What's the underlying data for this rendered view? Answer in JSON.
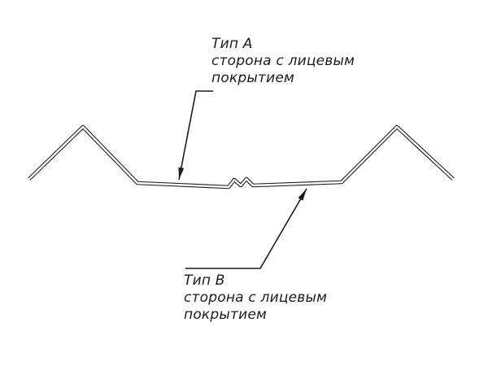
{
  "labels": {
    "type_a": {
      "title": "Тип А",
      "line1": "сторона с лицевым",
      "line2": "покрытием"
    },
    "type_b": {
      "title": "Тип В",
      "line1": "сторона с лицевым",
      "line2": "покрытием"
    }
  },
  "colors": {
    "line": "#1c1c1c",
    "background": "#ffffff"
  }
}
